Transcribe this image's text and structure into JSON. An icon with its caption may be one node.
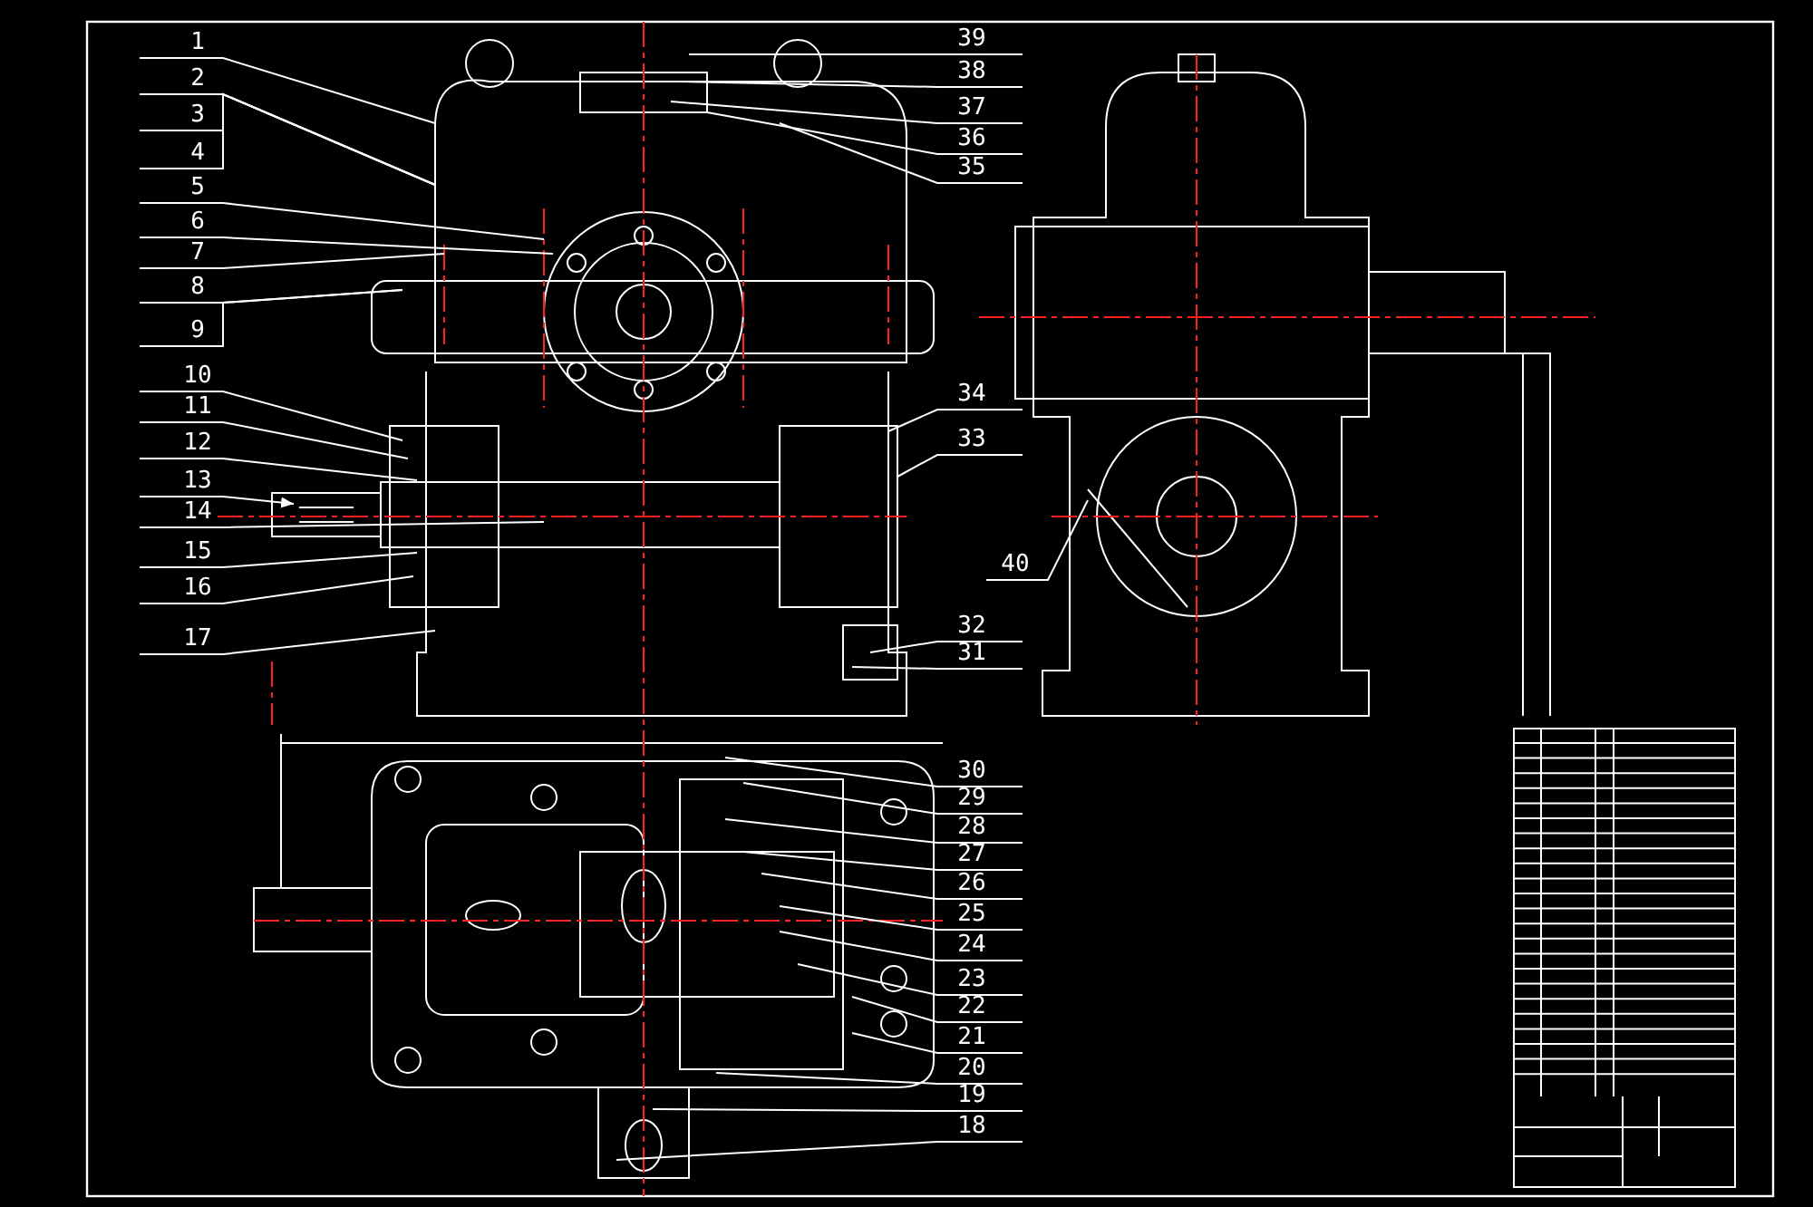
{
  "diagram": {
    "nodes": [
      {
        "text": [
          "1"
        ]
      },
      {
        "text": [
          "2"
        ]
      },
      {
        "text": [
          "3"
        ]
      },
      {
        "text": [
          "4"
        ]
      },
      {
        "text": [
          "5"
        ]
      },
      {
        "text": [
          "6"
        ]
      },
      {
        "text": [
          "7"
        ]
      },
      {
        "text": [
          "8"
        ]
      },
      {
        "text": [
          "9"
        ]
      },
      {
        "text": [
          "10"
        ]
      },
      {
        "text": [
          "11"
        ]
      },
      {
        "text": [
          "12"
        ]
      },
      {
        "text": [
          "13"
        ]
      },
      {
        "text": [
          "14"
        ]
      },
      {
        "text": [
          "15"
        ]
      },
      {
        "text": [
          "16"
        ]
      },
      {
        "text": [
          "17"
        ]
      },
      {
        "text": [
          "18"
        ]
      },
      {
        "text": [
          "19"
        ]
      },
      {
        "text": [
          "20"
        ]
      },
      {
        "text": [
          "21"
        ]
      },
      {
        "text": [
          "22"
        ]
      },
      {
        "text": [
          "23"
        ]
      },
      {
        "text": [
          "24"
        ]
      },
      {
        "text": [
          "25"
        ]
      },
      {
        "text": [
          "26"
        ]
      },
      {
        "text": [
          "27"
        ]
      },
      {
        "text": [
          "28"
        ]
      },
      {
        "text": [
          "29"
        ]
      },
      {
        "text": [
          "30"
        ]
      },
      {
        "text": [
          "31"
        ]
      },
      {
        "text": [
          "32"
        ]
      },
      {
        "text": [
          "33"
        ]
      },
      {
        "text": [
          "34"
        ]
      },
      {
        "text": [
          "35"
        ]
      },
      {
        "text": [
          "36"
        ]
      },
      {
        "text": [
          "37"
        ]
      },
      {
        "text": [
          "38"
        ]
      },
      {
        "text": [
          "39"
        ]
      },
      {
        "text": [
          "40"
        ]
      }
    ],
    "edges": [
      {
        "from": 0,
        "to": null,
        "arrow": "none"
      },
      {
        "from": 1,
        "to": null,
        "arrow": "none"
      },
      {
        "from": 2,
        "to": null,
        "arrow": "none"
      },
      {
        "from": 3,
        "to": null,
        "arrow": "none"
      },
      {
        "from": 4,
        "to": null,
        "arrow": "none"
      },
      {
        "from": 5,
        "to": null,
        "arrow": "none"
      },
      {
        "from": 6,
        "to": null,
        "arrow": "none"
      },
      {
        "from": 7,
        "to": null,
        "arrow": "none"
      },
      {
        "from": 8,
        "to": null,
        "arrow": "none"
      },
      {
        "from": 9,
        "to": null,
        "arrow": "none"
      },
      {
        "from": 10,
        "to": null,
        "arrow": "none"
      },
      {
        "from": 11,
        "to": null,
        "arrow": "none"
      },
      {
        "from": 12,
        "to": null,
        "arrow": "to"
      },
      {
        "from": 13,
        "to": null,
        "arrow": "none"
      },
      {
        "from": 14,
        "to": null,
        "arrow": "none"
      },
      {
        "from": 15,
        "to": null,
        "arrow": "none"
      },
      {
        "from": 16,
        "to": null,
        "arrow": "none"
      },
      {
        "from": 17,
        "to": null,
        "arrow": "none"
      },
      {
        "from": 18,
        "to": null,
        "arrow": "none"
      },
      {
        "from": 19,
        "to": null,
        "arrow": "none"
      },
      {
        "from": 20,
        "to": null,
        "arrow": "none"
      },
      {
        "from": 21,
        "to": null,
        "arrow": "none"
      },
      {
        "from": 22,
        "to": null,
        "arrow": "none"
      },
      {
        "from": 23,
        "to": null,
        "arrow": "none"
      },
      {
        "from": 24,
        "to": null,
        "arrow": "none"
      },
      {
        "from": 25,
        "to": null,
        "arrow": "none"
      },
      {
        "from": 26,
        "to": null,
        "arrow": "none"
      },
      {
        "from": 27,
        "to": null,
        "arrow": "none"
      },
      {
        "from": 28,
        "to": null,
        "arrow": "none"
      },
      {
        "from": 29,
        "to": null,
        "arrow": "none"
      },
      {
        "from": 30,
        "to": null,
        "arrow": "none"
      },
      {
        "from": 31,
        "to": null,
        "arrow": "none"
      },
      {
        "from": 32,
        "to": null,
        "arrow": "none"
      },
      {
        "from": 33,
        "to": null,
        "arrow": "none"
      },
      {
        "from": 34,
        "to": null,
        "arrow": "none"
      },
      {
        "from": 35,
        "to": null,
        "arrow": "none"
      },
      {
        "from": 36,
        "to": null,
        "arrow": "none"
      },
      {
        "from": 37,
        "to": null,
        "arrow": "none"
      },
      {
        "from": 38,
        "to": null,
        "arrow": "none"
      },
      {
        "from": 39,
        "to": null,
        "arrow": "none"
      }
    ]
  }
}
